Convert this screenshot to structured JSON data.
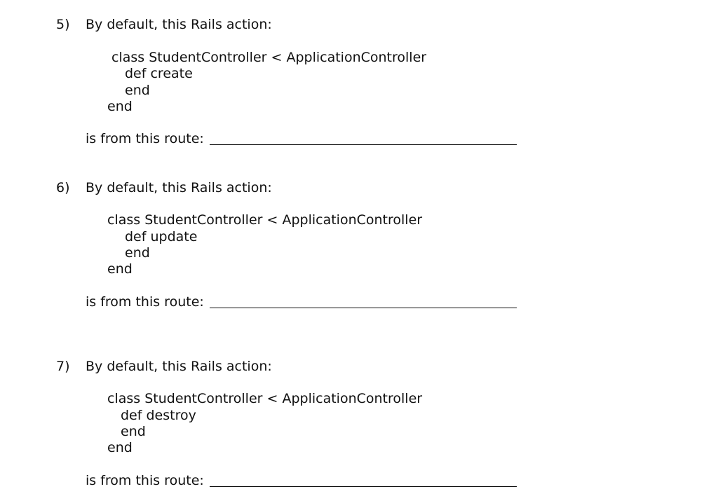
{
  "questions": [
    {
      "number": "5)",
      "prompt": "By default, this Rails action:",
      "code": {
        "class_line": "class StudentController < ApplicationController",
        "def_line": "def create",
        "end_inner": "end",
        "end_outer": "end"
      },
      "route_label": "is from this route:",
      "answer": ""
    },
    {
      "number": "6)",
      "prompt": "By default, this Rails action:",
      "code": {
        "class_line": "class StudentController < ApplicationController",
        "def_line": "def update",
        "end_inner": "end",
        "end_outer": "end"
      },
      "route_label": "is from this route:",
      "answer": ""
    },
    {
      "number": "7)",
      "prompt": "By default, this Rails action:",
      "code": {
        "class_line": "class StudentController < ApplicationController",
        "def_line": "def destroy",
        "end_inner": "end",
        "end_outer": "end"
      },
      "route_label": "is from this route:",
      "answer": ""
    }
  ]
}
